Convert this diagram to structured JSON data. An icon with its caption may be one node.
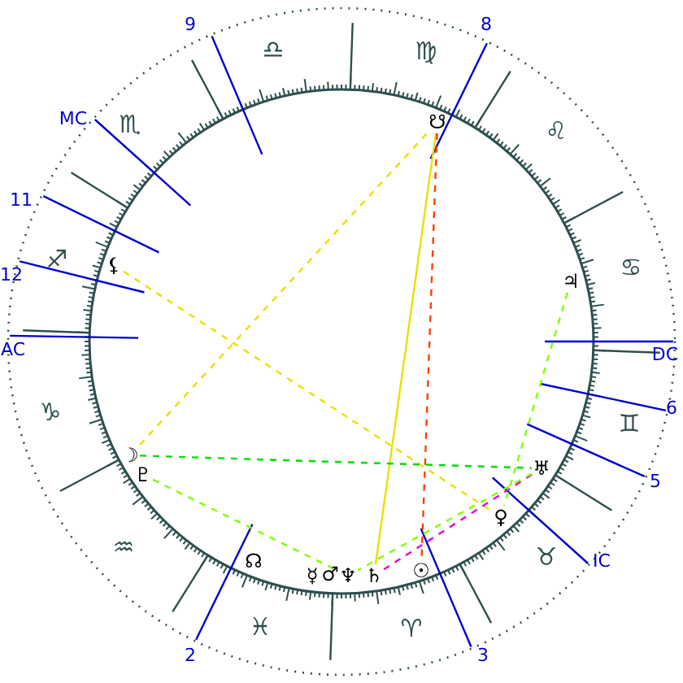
{
  "diagram": {
    "nodes": [
      {
        "text": [
          "☋"
        ]
      },
      {
        "text": [
          "⚸"
        ]
      },
      {
        "text": [
          "♃"
        ]
      },
      {
        "text": [
          "☽"
        ]
      },
      {
        "text": [
          "♅"
        ]
      },
      {
        "text": [
          "♇"
        ]
      },
      {
        "text": [
          "♀"
        ]
      },
      {
        "text": [
          "☊"
        ]
      },
      {
        "text": [
          "☉"
        ]
      },
      {
        "text": [
          "☿"
        ]
      },
      {
        "text": [
          "♂"
        ]
      },
      {
        "text": [
          "♆"
        ]
      },
      {
        "text": [
          "♄"
        ]
      }
    ],
    "edges": [
      {
        "from": 0,
        "to": 12,
        "arrow": "none",
        "color": "#e8e000"
      },
      {
        "from": 0,
        "to": 8,
        "arrow": "none",
        "style": "dashed",
        "color": "#ff4000"
      },
      {
        "from": 1,
        "to": 6,
        "arrow": "none",
        "style": "dashed",
        "color": "#e8e000"
      },
      {
        "from": 3,
        "to": 0,
        "arrow": "none",
        "style": "dashed",
        "color": "#e8e000"
      },
      {
        "from": 2,
        "to": 6,
        "arrow": "none",
        "style": "dashed",
        "color": "#80ff00"
      },
      {
        "from": 3,
        "to": 4,
        "arrow": "none",
        "style": "dashed",
        "color": "#00dd00"
      },
      {
        "from": 5,
        "to": 11,
        "arrow": "none",
        "style": "dashed",
        "color": "#80ff00"
      },
      {
        "from": 4,
        "to": 12,
        "arrow": "none",
        "style": "dashed",
        "color": "#e000e0"
      },
      {
        "from": 4,
        "to": 11,
        "arrow": "none",
        "style": "dashed",
        "color": "#80ff00"
      }
    ],
    "labels": [
      "9",
      "8",
      "MC",
      "11",
      "12",
      "AC",
      "DC",
      "6",
      "5",
      "IC",
      "2",
      "3",
      "♎",
      "♍",
      "♏",
      "♌",
      "♐",
      "♋",
      "♑",
      "♊",
      "♒",
      "♉",
      "♓",
      "♈"
    ]
  }
}
